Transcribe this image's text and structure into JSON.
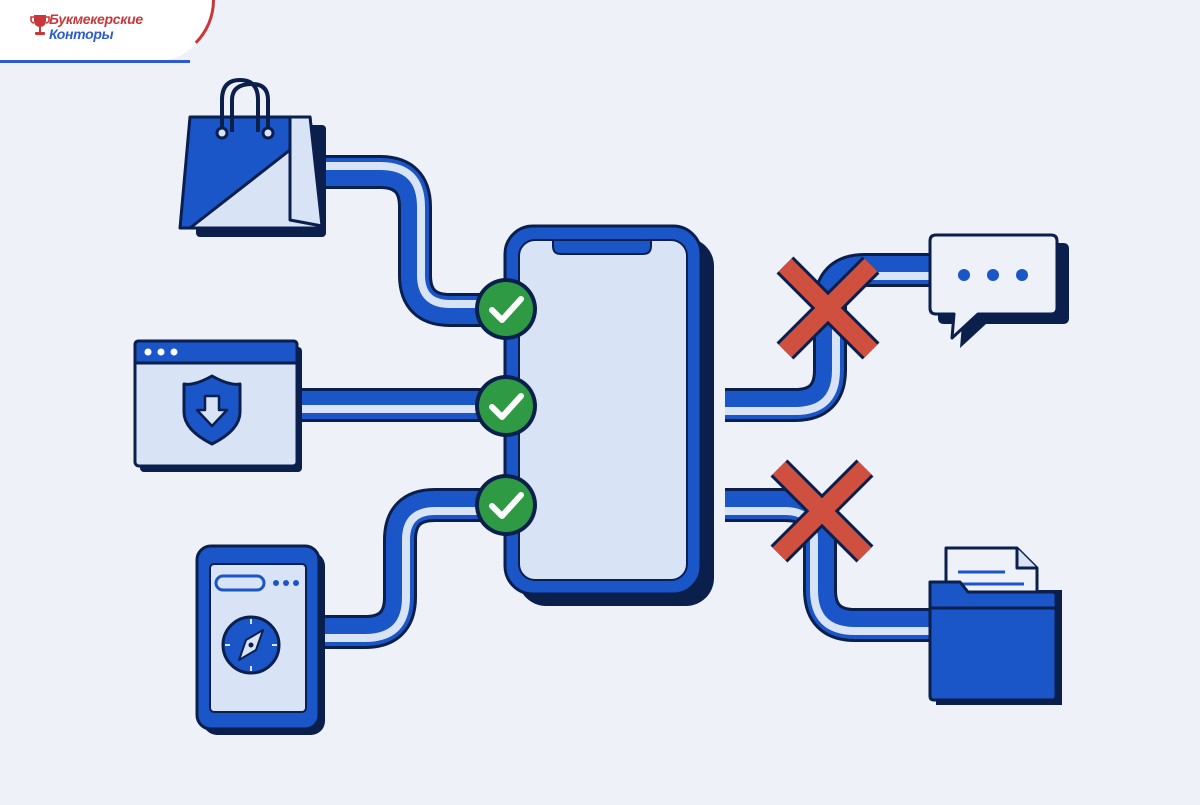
{
  "brand": {
    "line1": "Букмекерские",
    "line2": "Конторы",
    "red": "#c8383a",
    "blue": "#2d5bd6"
  },
  "colors": {
    "background": "#eef1f8",
    "primary_blue": "#1a56c8",
    "dark_navy": "#0b1f4d",
    "light_fill": "#d8e3f6",
    "check_green": "#2e9a44",
    "deny_red": "#d0503f"
  },
  "nodes": {
    "left": [
      {
        "name": "shopping-bag",
        "icon": "shopping-bag-icon",
        "status": "allowed"
      },
      {
        "name": "secure-download-window",
        "icon": "shield-download-icon",
        "status": "allowed"
      },
      {
        "name": "browser-app",
        "icon": "compass-icon",
        "status": "allowed"
      }
    ],
    "center": {
      "name": "smartphone",
      "icon": "smartphone-icon"
    },
    "right": [
      {
        "name": "messages",
        "icon": "chat-bubble-icon",
        "status": "blocked"
      },
      {
        "name": "files",
        "icon": "folder-document-icon",
        "status": "blocked"
      }
    ]
  },
  "status_icons": {
    "allowed": "check-circle-icon",
    "blocked": "red-cross-icon"
  }
}
